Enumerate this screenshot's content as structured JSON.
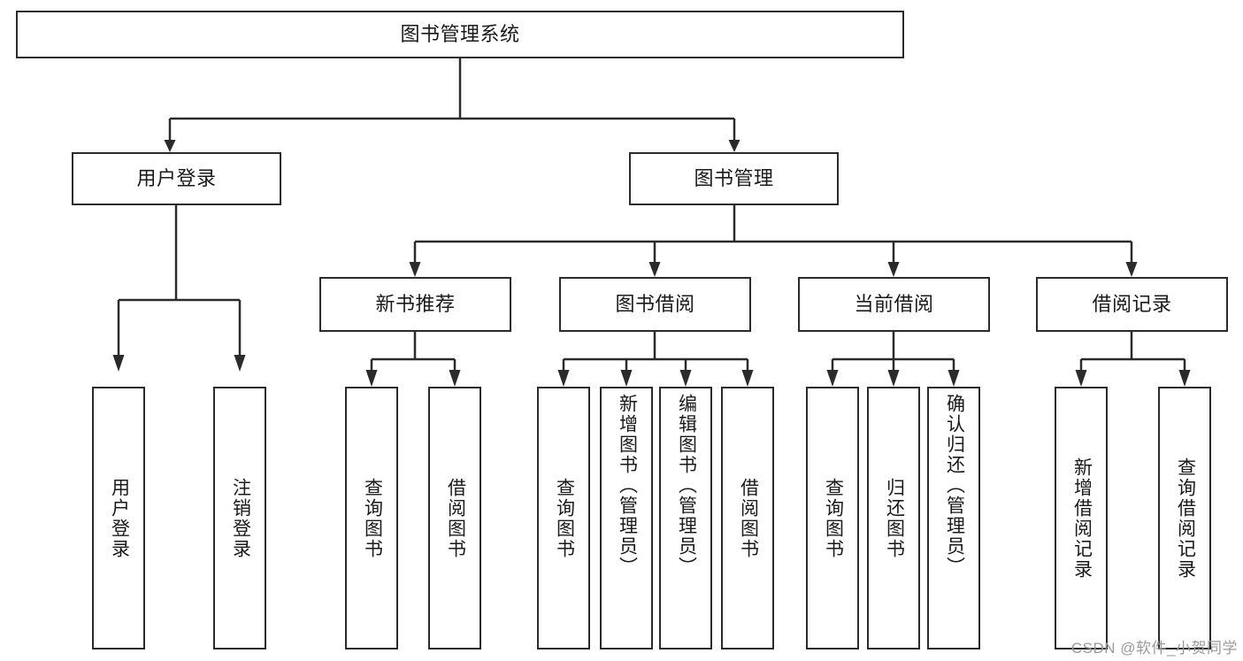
{
  "diagram": {
    "type": "tree",
    "title": "图书管理系统",
    "stroke_color": "#2b2b2b",
    "fill_color": "#ffffff",
    "text_color": "#1a1a1a"
  },
  "nodes": {
    "root": {
      "label": "图书管理系统"
    },
    "level2": [
      {
        "label": "用户登录"
      },
      {
        "label": "图书管理"
      }
    ],
    "level3": [
      {
        "label": "新书推荐"
      },
      {
        "label": "图书借阅"
      },
      {
        "label": "当前借阅"
      },
      {
        "label": "借阅记录"
      }
    ],
    "leaves": {
      "user_login": [
        {
          "label": "用户登录"
        },
        {
          "label": "注销登录"
        }
      ],
      "new_book": [
        {
          "label": "查询图书"
        },
        {
          "label": "借阅图书"
        }
      ],
      "borrow_book": [
        {
          "label": "查询图书"
        },
        {
          "label": "新增图书（管理员）"
        },
        {
          "label": "编辑图书（管理员）"
        },
        {
          "label": "借阅图书"
        }
      ],
      "current_borrow": [
        {
          "label": "查询图书"
        },
        {
          "label": "归还图书"
        },
        {
          "label": "确认归还（管理员）"
        }
      ],
      "borrow_record": [
        {
          "label": "新增借阅记录"
        },
        {
          "label": "查询借阅记录"
        }
      ]
    }
  },
  "watermark": {
    "text": "CSDN @软件_小贺同学"
  }
}
